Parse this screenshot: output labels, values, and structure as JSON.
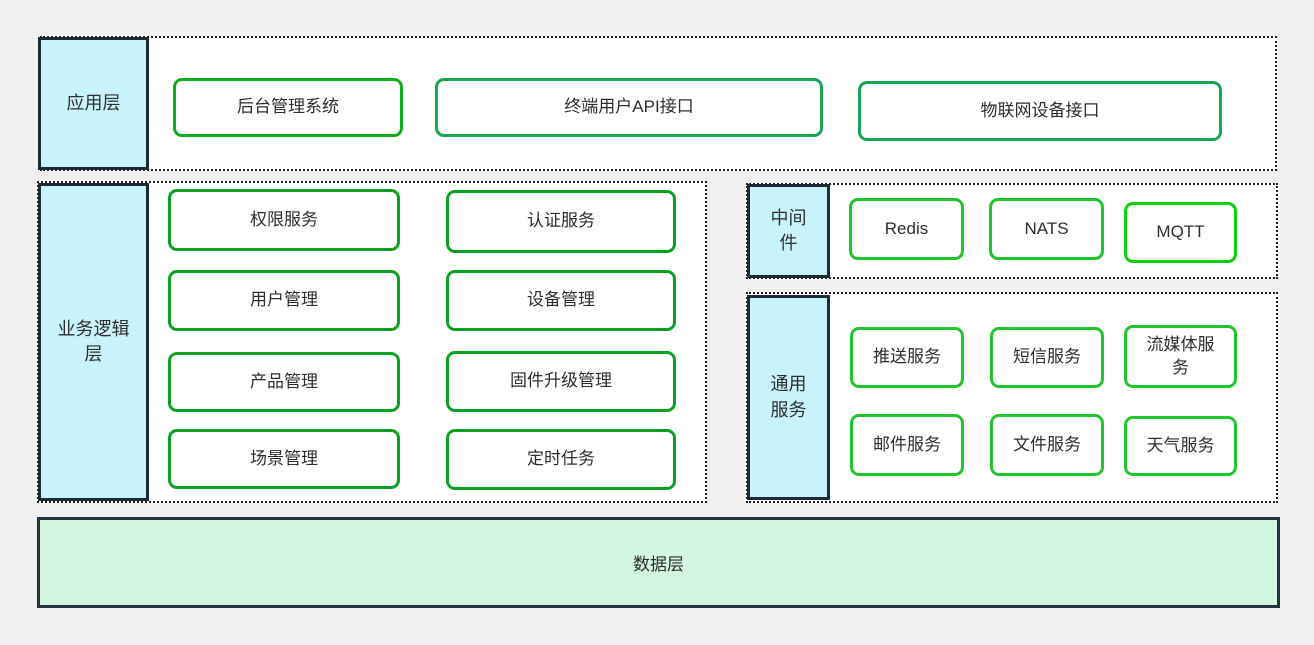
{
  "layers": {
    "app": {
      "label": "应用层",
      "boxes": [
        {
          "label": "后台管理系统"
        },
        {
          "label": "终端用户API接口"
        },
        {
          "label": "物联网设备接口"
        }
      ]
    },
    "business": {
      "label": "业务逻辑层",
      "boxes": [
        {
          "label": "权限服务"
        },
        {
          "label": "认证服务"
        },
        {
          "label": "用户管理"
        },
        {
          "label": "设备管理"
        },
        {
          "label": "产品管理"
        },
        {
          "label": "固件升级管理"
        },
        {
          "label": "场景管理"
        },
        {
          "label": "定时任务"
        }
      ]
    },
    "middleware": {
      "label": "中间件",
      "boxes": [
        {
          "label": "Redis"
        },
        {
          "label": "NATS"
        },
        {
          "label": "MQTT"
        }
      ]
    },
    "common": {
      "label": "通用服务",
      "boxes": [
        {
          "label": "推送服务"
        },
        {
          "label": "短信服务"
        },
        {
          "label": "流媒体服务"
        },
        {
          "label": "邮件服务"
        },
        {
          "label": "文件服务"
        },
        {
          "label": "天气服务"
        }
      ]
    },
    "data": {
      "label": "数据层"
    }
  },
  "colors": {
    "bg": "#f0f0f1",
    "section-bg": "#ffffff",
    "dotted-border": "#1f1f1f",
    "label-fill": "#c9f3fa",
    "label-border": "#1b2a36",
    "green-backend": "#0fae20",
    "green-api": "#17a455",
    "green-business": "#0aa122",
    "green-middleware": "#1fc32a",
    "green-mqtt": "#0bd20b",
    "green-common": "#22c52b",
    "data-fill": "#d2f6e0",
    "data-border": "#26323d",
    "text": "#2e2e2e"
  }
}
